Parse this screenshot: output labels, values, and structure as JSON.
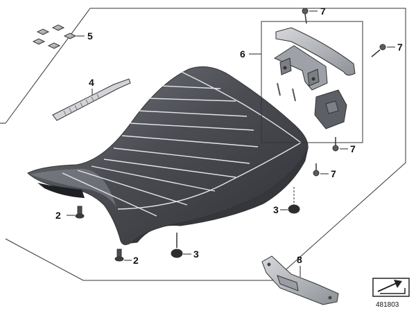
{
  "diagram": {
    "callouts": {
      "c2a": "2",
      "c2b": "2",
      "c3a": "3",
      "c3b": "3",
      "c4": "4",
      "c5": "5",
      "c6": "6",
      "c7a": "7",
      "c7b": "7",
      "c7c": "7",
      "c7d": "7",
      "c8": "8"
    },
    "figure_number": "481803"
  },
  "colors": {
    "seat_dark": "#45474d",
    "seat_mid": "#6b6e75",
    "seat_light": "#8f9298",
    "stitch": "#e8e8ea",
    "metal": "#b9bcc1",
    "outline": "#333333"
  },
  "icons": {
    "orientation": "arrow-into-box-icon"
  }
}
